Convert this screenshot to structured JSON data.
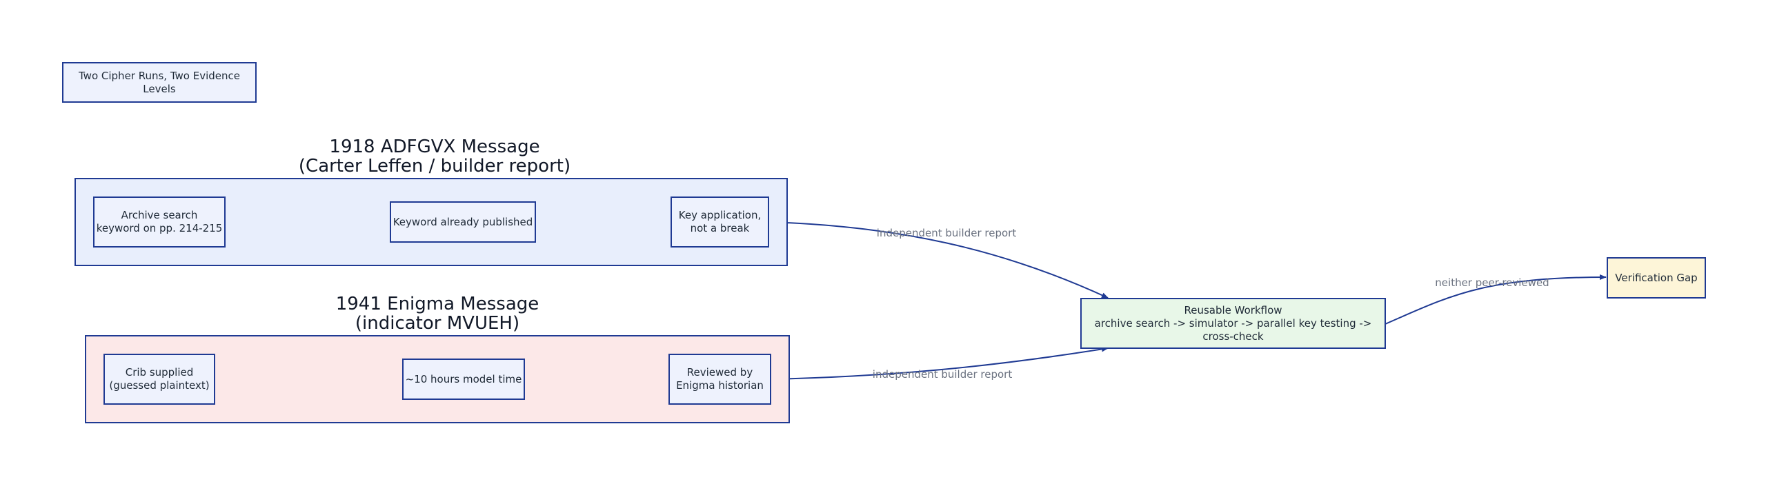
{
  "title_box": {
    "label": "Two Cipher Runs, Two Evidence Levels"
  },
  "clusters": {
    "adfgvx": {
      "title": "1918 ADFGVX Message\n(Carter Leffen / builder report)",
      "fill": "#e8eefc",
      "nodes": {
        "archive_search": "Archive search\nkeyword on pp. 214-215",
        "keyword_published": "Keyword already published",
        "key_application": "Key application,\nnot a break"
      }
    },
    "enigma": {
      "title": "1941 Enigma Message\n(indicator MVUEH)",
      "fill": "#fce8e8",
      "nodes": {
        "crib": "Crib supplied\n(guessed plaintext)",
        "model_time": "~10 hours model time",
        "reviewed": "Reviewed by\nEnigma historian"
      }
    }
  },
  "workflow": {
    "label": "Reusable Workflow\narchive search -> simulator -> parallel key testing -> cross-check",
    "fill": "#e8f7e8"
  },
  "verification_gap": {
    "label": "Verification Gap",
    "fill": "#fdf5d8"
  },
  "edge_labels": {
    "adfgvx_to_workflow": "independent builder report",
    "enigma_to_workflow": "independent builder report",
    "workflow_to_gap": "neither peer-reviewed"
  },
  "colors": {
    "stroke": "#1f3a93",
    "node_fill": "#eef2fd",
    "label_gray": "#6b7280"
  }
}
